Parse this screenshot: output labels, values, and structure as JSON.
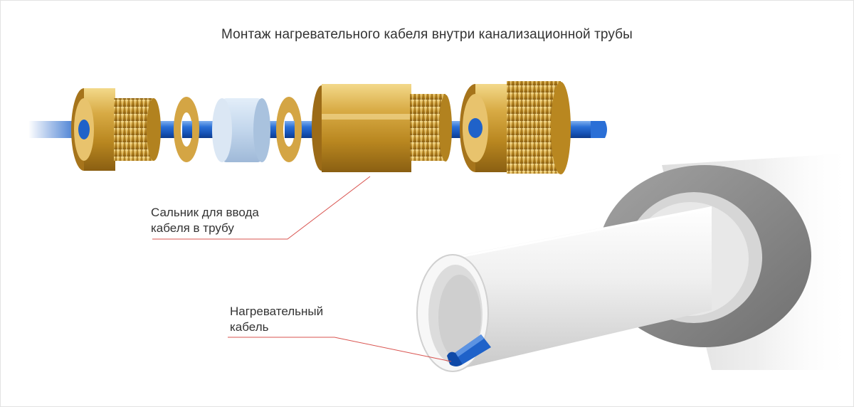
{
  "title": "Монтаж нагревательного кабеля внутри канализационной трубы",
  "labels": {
    "gland": {
      "line1": "Сальник для ввода",
      "line2": "кабеля в трубу"
    },
    "cable": {
      "line1": "Нагревательный",
      "line2": "кабель"
    }
  },
  "colors": {
    "cable_blue": "#1f62c9",
    "brass": "#c9992e",
    "pointer_red": "#d9534f",
    "seal_light_blue": "#c6d8ec",
    "pipe_white": "#f2f2f2",
    "insulation_gray": "#8c8c8c"
  },
  "parts": [
    "cable",
    "brass-nut",
    "washer",
    "rubber-seal",
    "washer",
    "brass-coupling",
    "brass-adapter",
    "sewer-pipe",
    "pipe-insulation"
  ]
}
